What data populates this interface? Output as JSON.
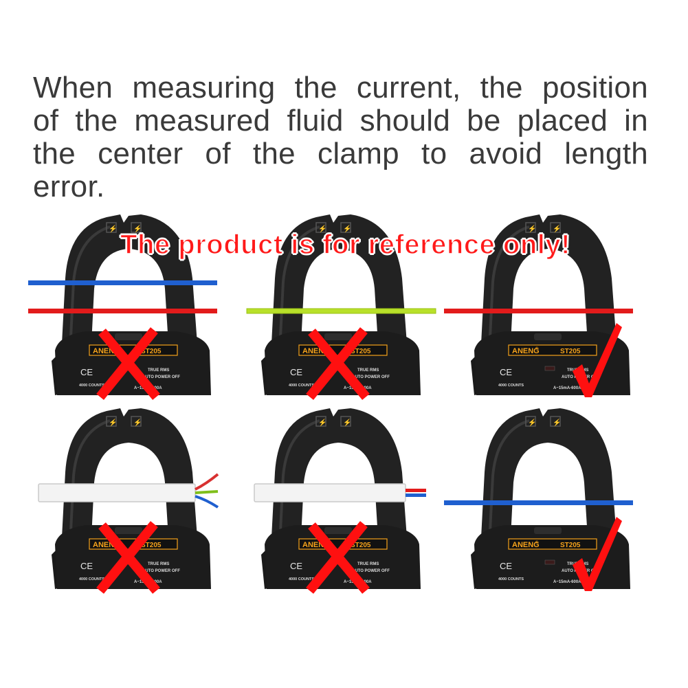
{
  "headline": {
    "lines": [
      "When measuring the current, the position",
      "of the measured fluid should be placed in",
      "the center of the clamp to avoid length",
      "error."
    ]
  },
  "banner": "The product is for reference only!",
  "device": {
    "brand": "ANENG",
    "brand_mark": "®",
    "model": "ST205",
    "ce": "CE",
    "counts": "4000 COUNTS",
    "true_rms": "TRUE RMS",
    "auto_power_off": "AUTO POWER OFF",
    "range": "A~15mA-600A",
    "jaw_icons": [
      "⚡",
      "⚡"
    ]
  },
  "panels": [
    {
      "id": "two-wires-off-center",
      "verdict": "wrong",
      "wires": [
        "blue",
        "red"
      ]
    },
    {
      "id": "single-wire-low",
      "verdict": "wrong",
      "wires": [
        "yellow-green"
      ]
    },
    {
      "id": "single-wire-center",
      "verdict": "right",
      "wires": [
        "red"
      ]
    },
    {
      "id": "multi-core-cable",
      "verdict": "wrong",
      "wires": [
        "white-sheath",
        "red",
        "green",
        "blue"
      ]
    },
    {
      "id": "twin-core-cable",
      "verdict": "wrong",
      "wires": [
        "white-sheath",
        "red",
        "blue"
      ]
    },
    {
      "id": "single-wire-center-blue",
      "verdict": "right",
      "wires": [
        "blue"
      ]
    }
  ],
  "colors": {
    "text": "#3a3a3a",
    "banner": "#ff1a1a",
    "body": "#222222",
    "wire_red": "#e21b1b",
    "wire_blue": "#1f5fcf",
    "wire_yellow_green": "#b8e02a",
    "brand_orange": "#f5a21b",
    "mark_red": "#ff1010"
  }
}
